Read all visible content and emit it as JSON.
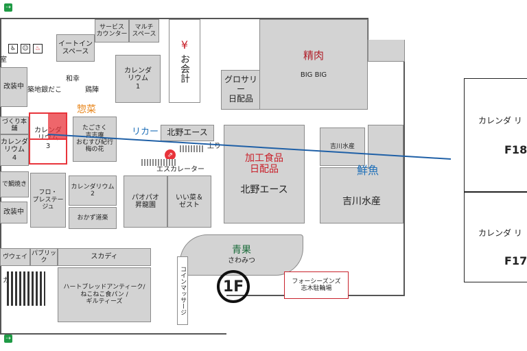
{
  "floor_label": "1F",
  "facilities": {
    "partial_room_label": "室"
  },
  "stores": {
    "eat_in": "イートイン\nスペース",
    "service_counter": "サービス\nカウンター",
    "multi_space": "マルチ\nスペース",
    "calendarium_1": "カレンダ\nリウム\n1",
    "kaikei": "お会計",
    "yen": "¥",
    "grocery": "グロサリー\n日配品",
    "seiniku_heading": "精肉",
    "big_big": "BIG BIG",
    "kaizou": "改装中",
    "tsukiji": "築地銀だこ",
    "wako": "和幸",
    "tsuruhei": "鶏陣",
    "sozai_heading": "惣菜",
    "honba": "づくり本舗",
    "calendarium_4": "カレンダ\nリウム\n4",
    "calendarium_3": "カレンダ\nリウム\n3",
    "tasaku": "たごさく\n吉志庵\nおむすび紀行\n梅の花",
    "liquor": "リカー",
    "kitano_ace_top": "北野エース",
    "kakou_heading": "加工食品\n日配品",
    "kitano_ace": "北野エース",
    "yoshikawa_small": "吉川水産",
    "sengyo_heading": "鮮魚",
    "yoshikawa": "吉川水産",
    "nobori": "上り",
    "escalator": "エスカレーター",
    "kakiage": "で鯛焼き",
    "flo": "フロ・\nプレステージュ",
    "calendarium_2": "カレンダリウム\n2",
    "okazu": "おかず道楽",
    "pao": "パオパオ\n昇龍園",
    "iina": "いい菜＆\nゼスト",
    "kaizou2": "改装中",
    "seika_heading": "青果",
    "sawamitsu": "さわみつ",
    "wayway": "ヴウェイ",
    "public": "パブリック",
    "scandi": "スカディ",
    "hartbread": "ハートブレッドアンティーク/\nねこねこ食パン /\nギルティーズ",
    "coin_massage": "コインマッサージ",
    "kar": "カー",
    "four_seasons": "フォーシーズンズ\n志木駐輪場"
  },
  "legend": [
    {
      "text": "カレンダ リ",
      "code": "F18"
    },
    {
      "text": "カレンダ リ",
      "code": "F17"
    }
  ],
  "colors": {
    "block_fill": "#d3d3d3",
    "highlight": "#e8333a",
    "line_blue": "#1e5fa6",
    "orange": "#e8871e",
    "blue_text": "#1e6fb8",
    "green_text": "#1a6b3a",
    "red_text": "#c8202a",
    "meat_text": "#b01f2a"
  },
  "icons": [
    "wheelchair-icon",
    "baby-icon",
    "wc-icon",
    "emergency-exit-icon",
    "escalator-icon"
  ]
}
